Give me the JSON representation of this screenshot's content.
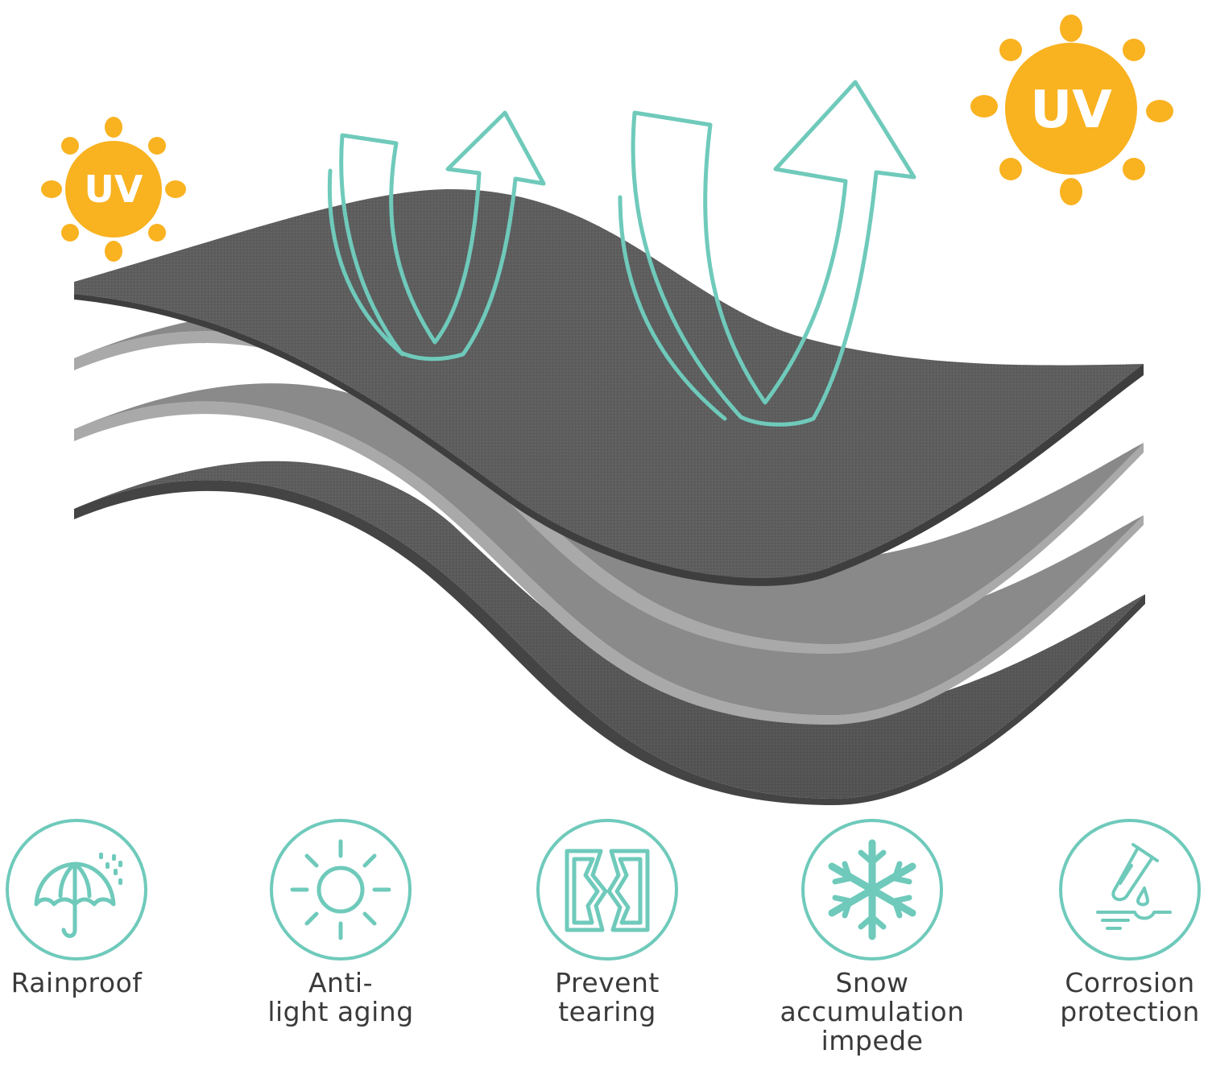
{
  "colors": {
    "teal": "#6fcabb",
    "sun": "#f9b220",
    "layer_dark": "#5c5c5c",
    "layer_light": "#8c8c8c",
    "label_text": "#3a3a3a"
  },
  "hero": {
    "sun_left": {
      "icon": "sun-icon",
      "label": "UV"
    },
    "sun_right": {
      "icon": "sun-icon",
      "label": "UV"
    },
    "arrows": {
      "icon": "breathable-arrow-icon",
      "count": 2
    },
    "layers": {
      "count": 4
    }
  },
  "features": [
    {
      "icon": "umbrella-rain-icon",
      "label": "Rainproof"
    },
    {
      "icon": "sun-outline-icon",
      "label": "Anti-\nlight aging"
    },
    {
      "icon": "torn-sheet-icon",
      "label": "Prevent\ntearing"
    },
    {
      "icon": "snowflake-icon",
      "label": "Snow\naccumulation\nimpede"
    },
    {
      "icon": "test-tube-drop-icon",
      "label": "Corrosion\nprotection"
    }
  ]
}
